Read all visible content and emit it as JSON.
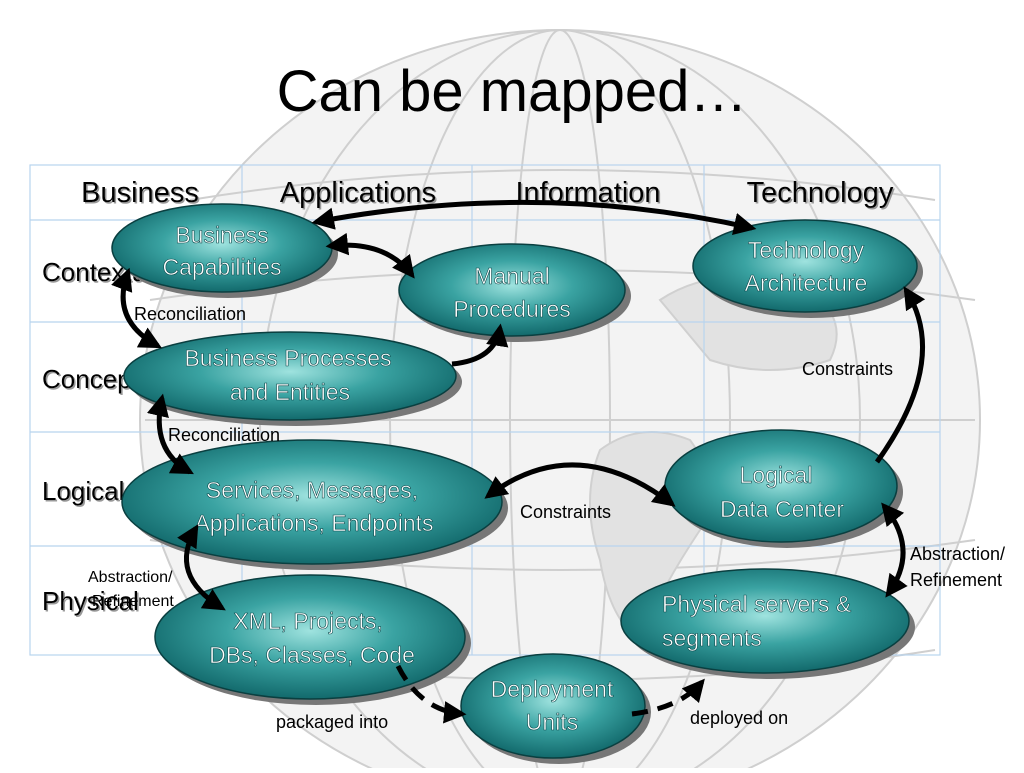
{
  "slide": {
    "title": "Can be mapped…"
  },
  "columns": [
    "Business",
    "Applications",
    "Information",
    "Technology"
  ],
  "rows": [
    "Contextual",
    "Conceptual",
    "Logical",
    "Physical"
  ],
  "nodes": {
    "business_capabilities": [
      "Business",
      "Capabilities"
    ],
    "manual_procedures": [
      "Manual",
      "Procedures"
    ],
    "technology_architecture": [
      "Technology",
      "Architecture"
    ],
    "business_processes": [
      "Business Processes",
      "and Entities"
    ],
    "services": [
      "Services, Messages,",
      "Applications, Endpoints"
    ],
    "logical_dc": [
      "Logical",
      "Data Center"
    ],
    "xml_projects": [
      "XML, Projects,",
      "DBs, Classes, Code"
    ],
    "physical_servers": [
      "Physical servers &",
      "segments"
    ],
    "deployment_units": [
      "Deployment",
      "Units"
    ]
  },
  "edge_labels": {
    "reconciliation_1": "Reconciliation",
    "reconciliation_2": "Reconciliation",
    "constraints_right": "Constraints",
    "constraints_middle": "Constraints",
    "abstraction_left": [
      "Abstraction/",
      "Refinement"
    ],
    "abstraction_right": [
      "Abstraction/",
      "Refinement"
    ],
    "packaged_into": "packaged into",
    "deployed_on": "deployed on"
  },
  "colors": {
    "ellipse_dark": "#0e6a6a",
    "ellipse_light": "#7fd4d0",
    "grid_line": "#b8d4ee",
    "globe_line": "#c8c8c8"
  }
}
